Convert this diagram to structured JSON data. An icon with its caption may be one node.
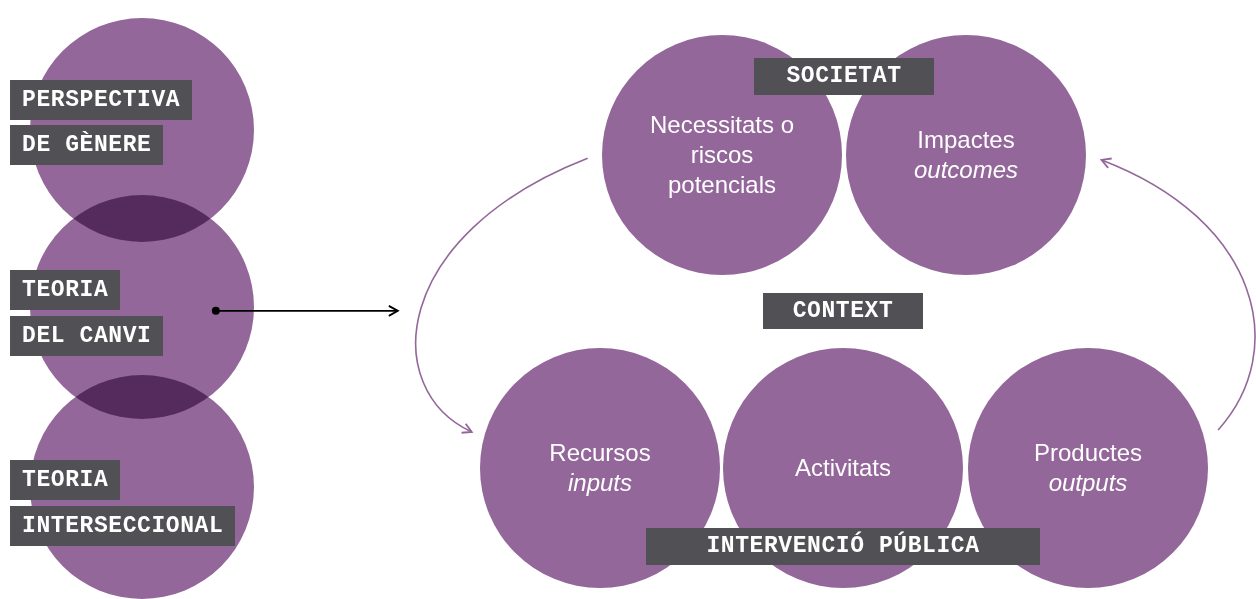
{
  "diagram": {
    "nodes": [
      {
        "text": [
          "PERSPECTIVA",
          "DE GÈNERE"
        ]
      },
      {
        "text": [
          "TEORIA",
          "DEL CANVI"
        ]
      },
      {
        "text": [
          "TEORIA",
          "INTERSECCIONAL"
        ]
      },
      {
        "text": [
          "SOCIETAT"
        ]
      },
      {
        "text": [
          "Necessitats o riscos potencials"
        ]
      },
      {
        "text": [
          "Impactes *outcomes*"
        ]
      },
      {
        "text": [
          "CONTEXT"
        ]
      },
      {
        "text": [
          "Recursos *inputs*"
        ]
      },
      {
        "text": [
          "Activitats"
        ]
      },
      {
        "text": [
          "Productes *outputs*"
        ]
      },
      {
        "text": [
          "INTERVENCIÓ PÚBLICA"
        ]
      }
    ],
    "edges": [
      {
        "from": 1,
        "to": null,
        "arrow": "to",
        "color": "#000000"
      },
      {
        "from": 4,
        "to": 7,
        "arrow": "to"
      },
      {
        "from": 9,
        "to": 5,
        "arrow": "to"
      }
    ]
  }
}
